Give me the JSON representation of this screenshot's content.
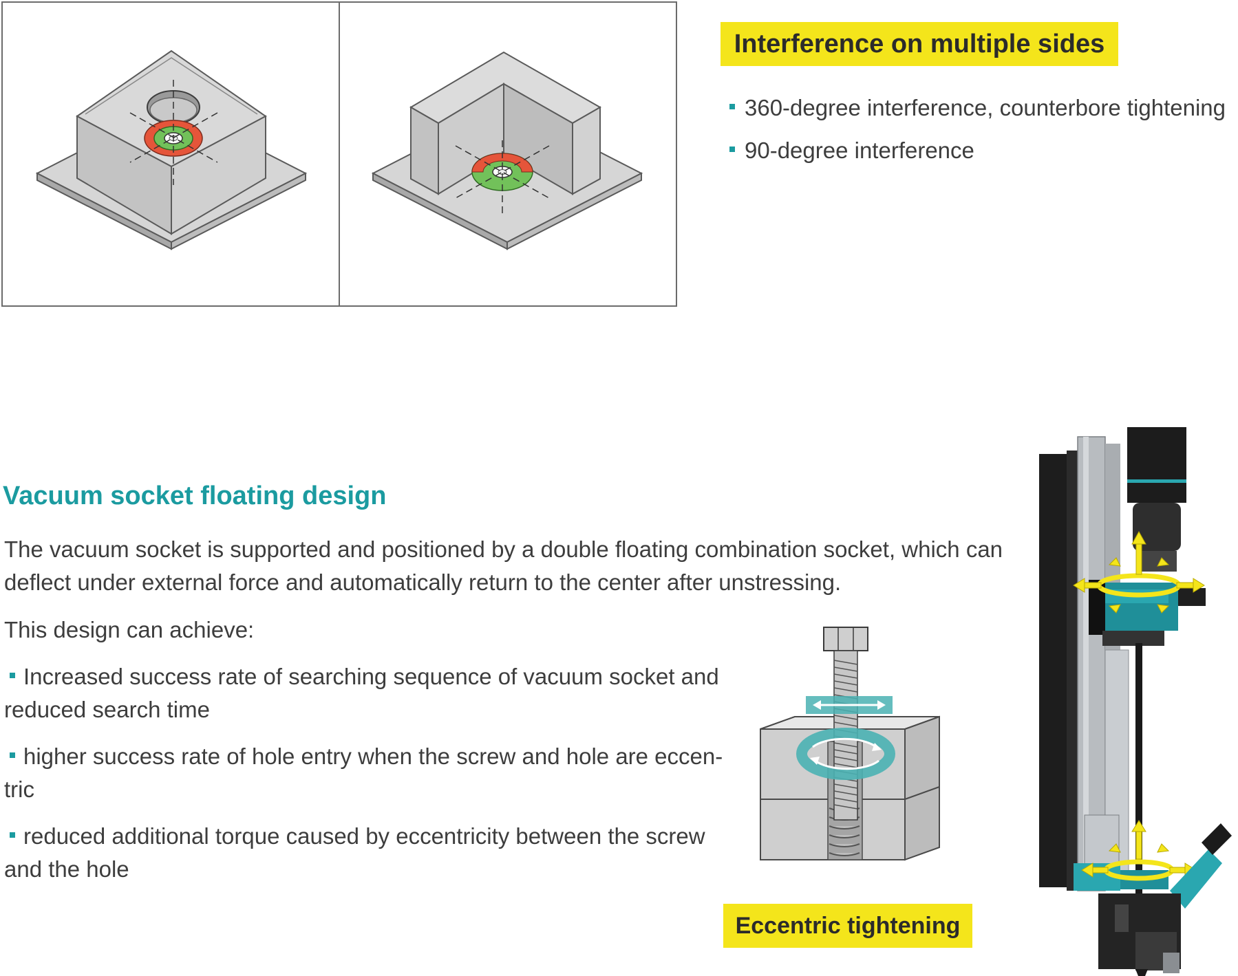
{
  "top": {
    "title": "Interference on multiple sides",
    "bullets": [
      "360-degree interference, counterbore tightening",
      "90-degree interference"
    ]
  },
  "bottom": {
    "heading": "Vacuum socket floating design",
    "paragraph_lines": [
      "The vacuum socket is supported and positioned by a double floating combination socket, which can",
      "deflect under external force and automatically return to the center after unstressing."
    ],
    "intro": "This design can achieve:",
    "bullets": [
      {
        "line1": "Increased success rate of searching sequence of vacuum socket and",
        "line2": "reduced search time"
      },
      {
        "line1": "higher success rate of hole entry when the screw and hole are eccen-",
        "line2": "tric"
      },
      {
        "line1": "reduced additional torque caused by eccentricity between the screw",
        "line2": "and the hole"
      }
    ]
  },
  "eccentric_label": "Eccentric tightening",
  "colors": {
    "teal": "#1b9ba0",
    "yellow": "#f4e51b",
    "gray_block": "#d4d4d4",
    "red_ring": "#e5553a",
    "green_ring": "#72c15a"
  }
}
